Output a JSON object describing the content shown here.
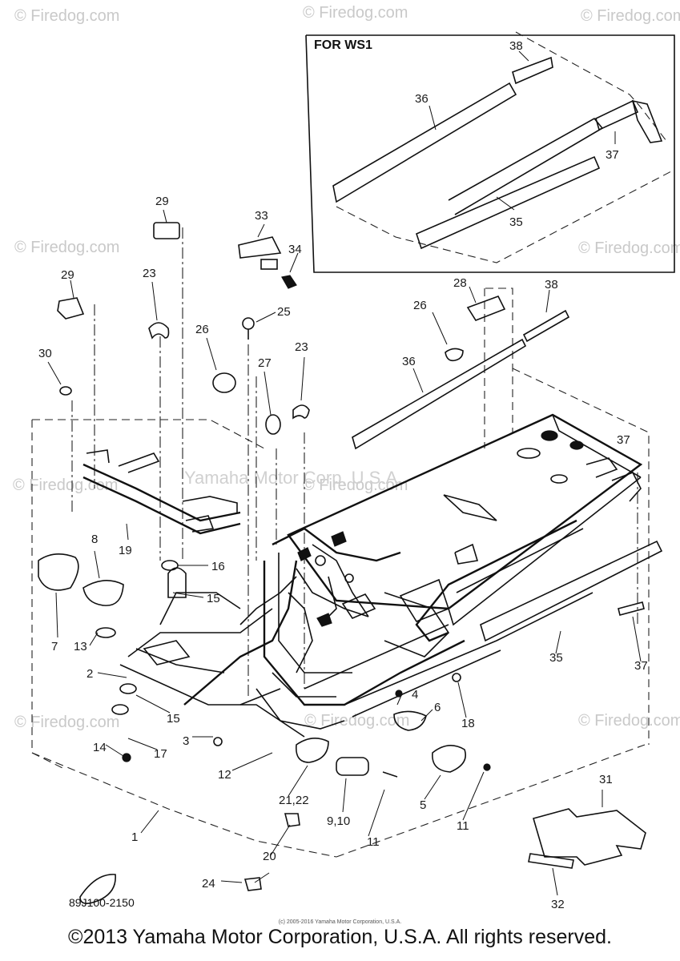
{
  "diagram": {
    "inset_title": "FOR WS1",
    "diagram_code": "89J100-2150",
    "footer_copyright": "©2013 Yamaha Motor Corporation, U.S.A. All rights reserved.",
    "small_copyright": "(c) 2005-2016 Yamaha Motor Corporation, U.S.A.",
    "watermark_site": "© Firedog.com",
    "watermark_center": "Yamaha Motor Corp, U.S.A.",
    "callouts": {
      "c1": "1",
      "c2": "2",
      "c3": "3",
      "c4": "4",
      "c5": "5",
      "c6": "6",
      "c7": "7",
      "c8": "8",
      "c9_10": "9,10",
      "c11a": "11",
      "c11b": "11",
      "c12": "12",
      "c13": "13",
      "c14": "14",
      "c15a": "15",
      "c15b": "15",
      "c16": "16",
      "c17": "17",
      "c18": "18",
      "c19": "19",
      "c20": "20",
      "c21_22": "21,22",
      "c23a": "23",
      "c23b": "23",
      "c24": "24",
      "c25": "25",
      "c26a": "26",
      "c26b": "26",
      "c27": "27",
      "c28": "28",
      "c29a": "29",
      "c29b": "29",
      "c30": "30",
      "c31": "31",
      "c32": "32",
      "c33": "33",
      "c34": "34",
      "c35a": "35",
      "c35b": "35",
      "c36a": "36",
      "c36b": "36",
      "c37a": "37",
      "c37b": "37",
      "c38a": "38",
      "c38b": "38"
    }
  }
}
